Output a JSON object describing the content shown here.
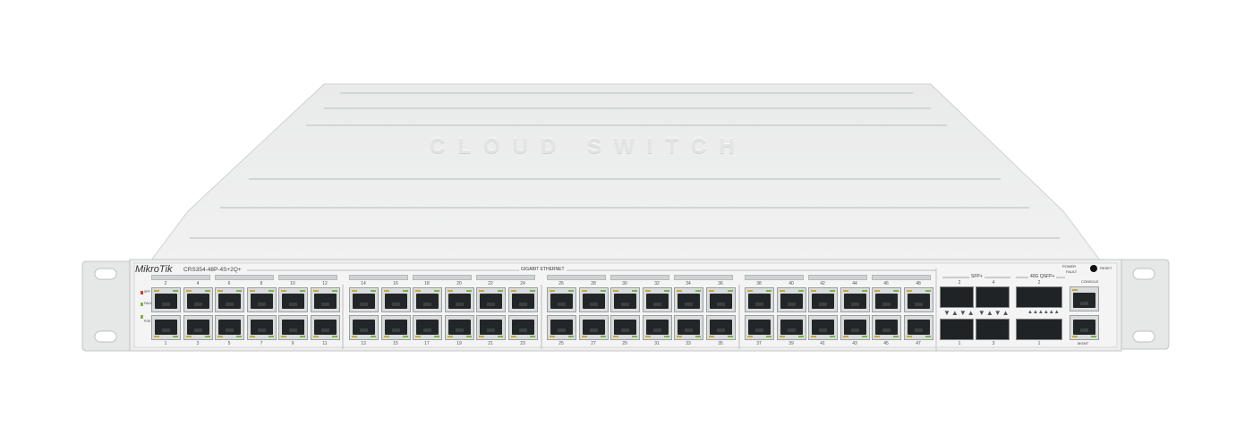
{
  "device": {
    "brand": "MikroTik",
    "model": "CRS354-48P-4S+2Q+",
    "top_text": "CLOUD SWITCH",
    "section_gigabit": "GIGABIT ETHERNET",
    "section_sfp": "SFP+",
    "section_qsfp": "40G QSFP+",
    "label_power": "POWER",
    "label_fault": "FAULT",
    "label_reset": "RESET",
    "label_console": "CONSOLE",
    "label_mgmt": "MGMT",
    "led_labels": [
      "SFP",
      "FAULT",
      "POE OUT"
    ]
  },
  "ports": {
    "top_numbers": [
      "2",
      "4",
      "6",
      "8",
      "10",
      "12",
      "14",
      "16",
      "18",
      "20",
      "22",
      "24",
      "26",
      "28",
      "30",
      "32",
      "34",
      "36",
      "38",
      "40",
      "42",
      "44",
      "46",
      "48"
    ],
    "bottom_numbers": [
      "1",
      "3",
      "5",
      "7",
      "9",
      "11",
      "13",
      "15",
      "17",
      "19",
      "21",
      "23",
      "25",
      "27",
      "29",
      "31",
      "33",
      "35",
      "37",
      "39",
      "41",
      "43",
      "45",
      "47"
    ],
    "sfp_top_numbers": [
      "2",
      "4"
    ],
    "sfp_bottom_numbers": [
      "1",
      "3"
    ],
    "qsfp_top_number": "2",
    "qsfp_bottom_number": "1"
  },
  "colors": {
    "chassis": "#ececec",
    "port_hole": "#222628",
    "led_amber": "#c8a93a",
    "led_green": "#7fb24a",
    "led_red": "#d9382f"
  }
}
